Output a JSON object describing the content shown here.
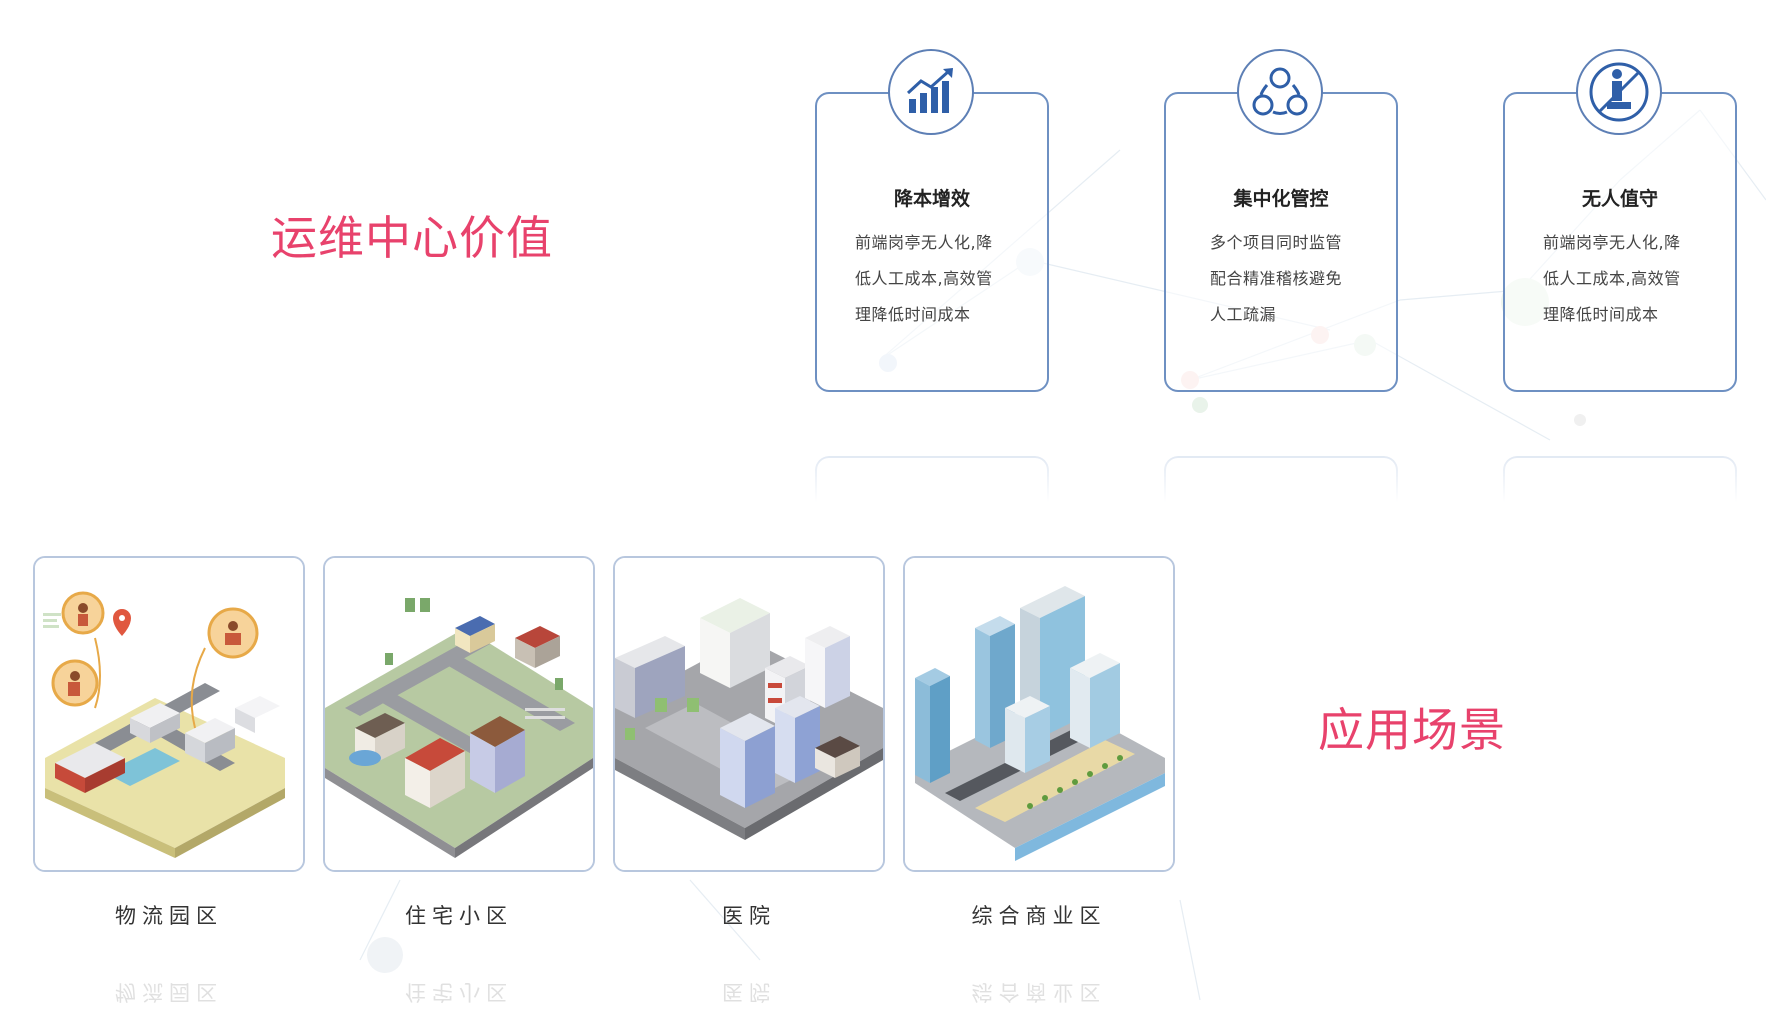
{
  "value_section": {
    "title": "运维中心价值",
    "cards": [
      {
        "icon": "rising-chart-icon",
        "title": "降本增效",
        "desc": [
          "前端岗亭无人化,降",
          "低人工成本,高效管",
          "理降低时间成本"
        ]
      },
      {
        "icon": "centralized-nodes-icon",
        "title": "集中化管控",
        "desc": [
          "多个项目同时监管",
          "配合精准稽核避免",
          "人工疏漏"
        ]
      },
      {
        "icon": "unattended-guard-icon",
        "title": "无人值守",
        "desc": [
          "前端岗亭无人化,降",
          "低人工成本,高效管",
          "理降低时间成本"
        ]
      }
    ]
  },
  "scene_section": {
    "title": "应用场景",
    "cards": [
      {
        "label": "物流园区",
        "illustration": "logistics-park-illustration"
      },
      {
        "label": "住宅小区",
        "illustration": "residential-community-illustration"
      },
      {
        "label": "医院",
        "illustration": "hospital-illustration"
      },
      {
        "label": "综合商业区",
        "illustration": "commercial-district-illustration"
      }
    ]
  },
  "colors": {
    "accent_title": "#e8426c",
    "card_border": "#6e90c2",
    "icon_blue": "#2f5fa8",
    "scene_border": "#b8c7de"
  }
}
